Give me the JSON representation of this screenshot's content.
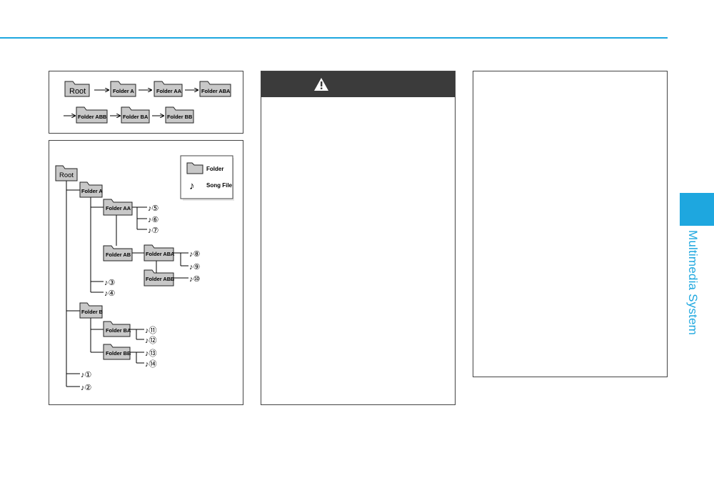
{
  "colors": {
    "accent": "#1ea7df",
    "warning_bar": "#3b3b3b",
    "folder_fill": "#c8c8c8"
  },
  "sidebar": {
    "section_label": "Multimedia System"
  },
  "order_panel": {
    "row1": [
      "Root",
      "Folder A",
      "Folder AA",
      "Folder ABA"
    ],
    "row2": [
      "Folder ABB",
      "Folder BA",
      "Folder BB"
    ]
  },
  "tree": {
    "root": "Root",
    "folder_a": "Folder A",
    "folder_aa": "Folder AA",
    "folder_ab": "Folder AB",
    "folder_aba": "Folder ABA",
    "folder_abb": "Folder ABB",
    "folder_b": "Folder B",
    "folder_ba": "Folder BA",
    "folder_bb": "Folder BB",
    "song_5": "♪⑤",
    "song_6": "♪⑥",
    "song_7": "♪⑦",
    "song_8": "♪⑧",
    "song_9": "♪⑨",
    "song_10": "♪⑩",
    "song_3": "♪③",
    "song_4": "♪④",
    "song_11": "♪⑪",
    "song_12": "♪⑫",
    "song_13": "♪⑬",
    "song_14": "♪⑭",
    "song_1": "♪①",
    "song_2": "♪②"
  },
  "legend": {
    "folder": "Folder",
    "song_file": "Song File"
  },
  "warning_panel": {
    "icon": "warning-triangle-icon"
  }
}
